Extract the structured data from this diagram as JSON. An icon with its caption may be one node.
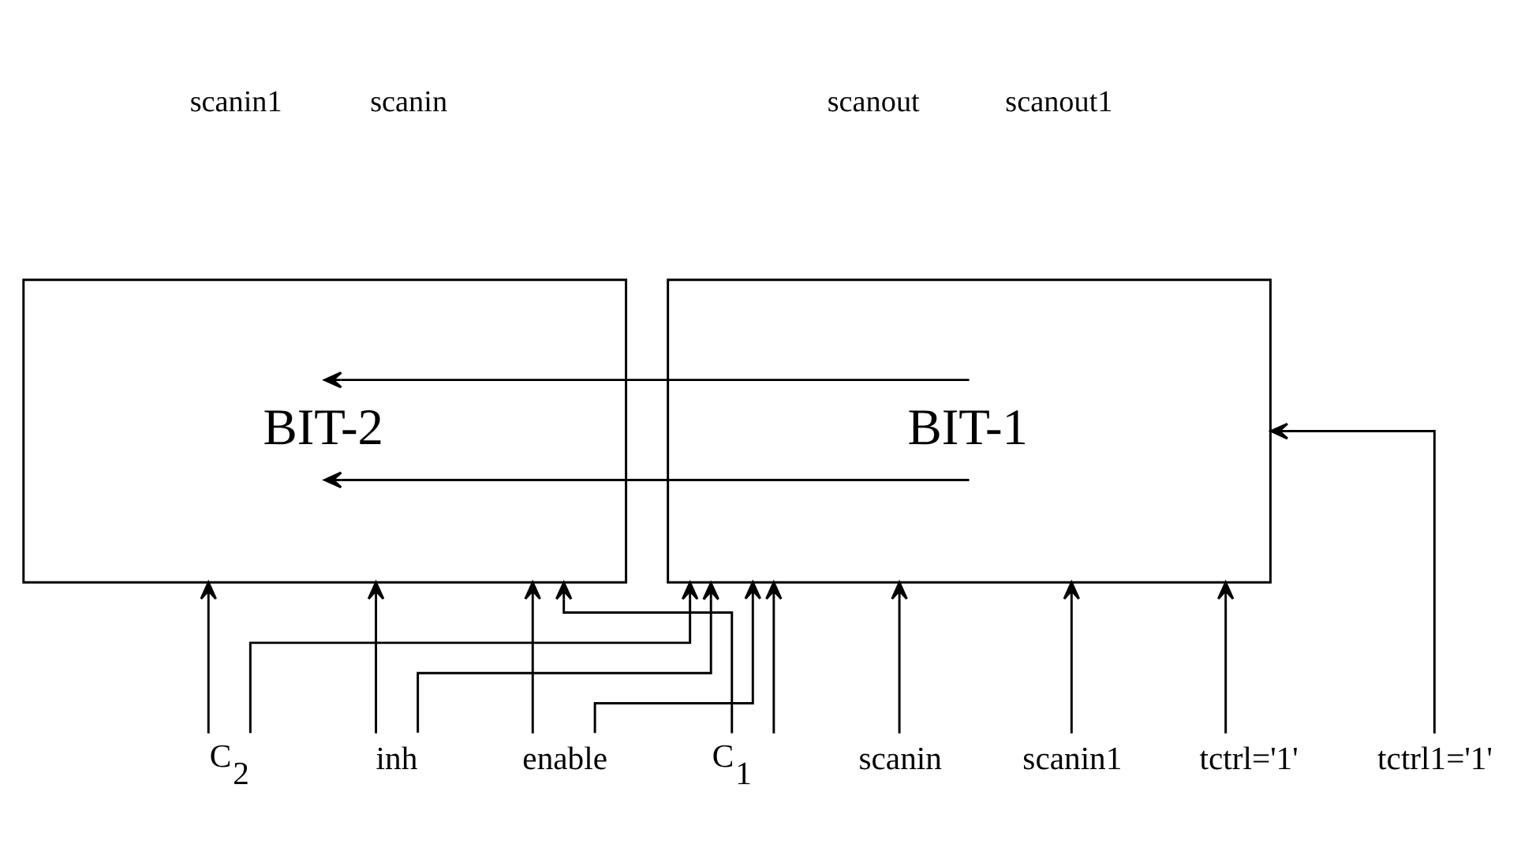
{
  "diagram": {
    "nodes": [
      {
        "text": [
          "BIT-2"
        ]
      },
      {
        "text": [
          "BIT-1"
        ]
      },
      {
        "text": [
          "enable"
        ]
      },
      {
        "text": [
          "C$_{1}$"
        ]
      },
      {
        "text": [
          "C$_{2}$"
        ]
      },
      {
        "text": [
          "inh"
        ]
      },
      {
        "text": [
          "scanin"
        ]
      },
      {
        "text": [
          "scanin1"
        ]
      },
      {
        "text": [
          "tctrl='1'"
        ]
      },
      {
        "text": [
          "tctrl1='1'"
        ]
      }
    ],
    "edges": [
      {
        "from": 1,
        "to": 0,
        "arrow": "to"
      },
      {
        "from": 1,
        "to": 0,
        "arrow": "to"
      },
      {
        "from": 2,
        "to": 0,
        "arrow": "to"
      },
      {
        "from": 3,
        "to": 0,
        "arrow": "to"
      },
      {
        "from": 4,
        "to": 0,
        "arrow": "to"
      },
      {
        "from": 5,
        "to": 0,
        "arrow": "to"
      },
      {
        "from": 6,
        "to": 1,
        "arrow": "to"
      },
      {
        "from": 7,
        "to": 1,
        "arrow": "to"
      },
      {
        "from": 2,
        "to": 1,
        "arrow": "to"
      },
      {
        "from": 3,
        "to": 1,
        "arrow": "to"
      },
      {
        "from": 4,
        "to": 1,
        "arrow": "to"
      },
      {
        "from": 5,
        "to": 1,
        "arrow": "to"
      },
      {
        "from": 8,
        "to": 1,
        "arrow": "to"
      },
      {
        "from": 9,
        "to": 1,
        "arrow": "to"
      }
    ],
    "labels": [
      "scanin1",
      "scanin",
      "scanout",
      "scanout1"
    ]
  }
}
